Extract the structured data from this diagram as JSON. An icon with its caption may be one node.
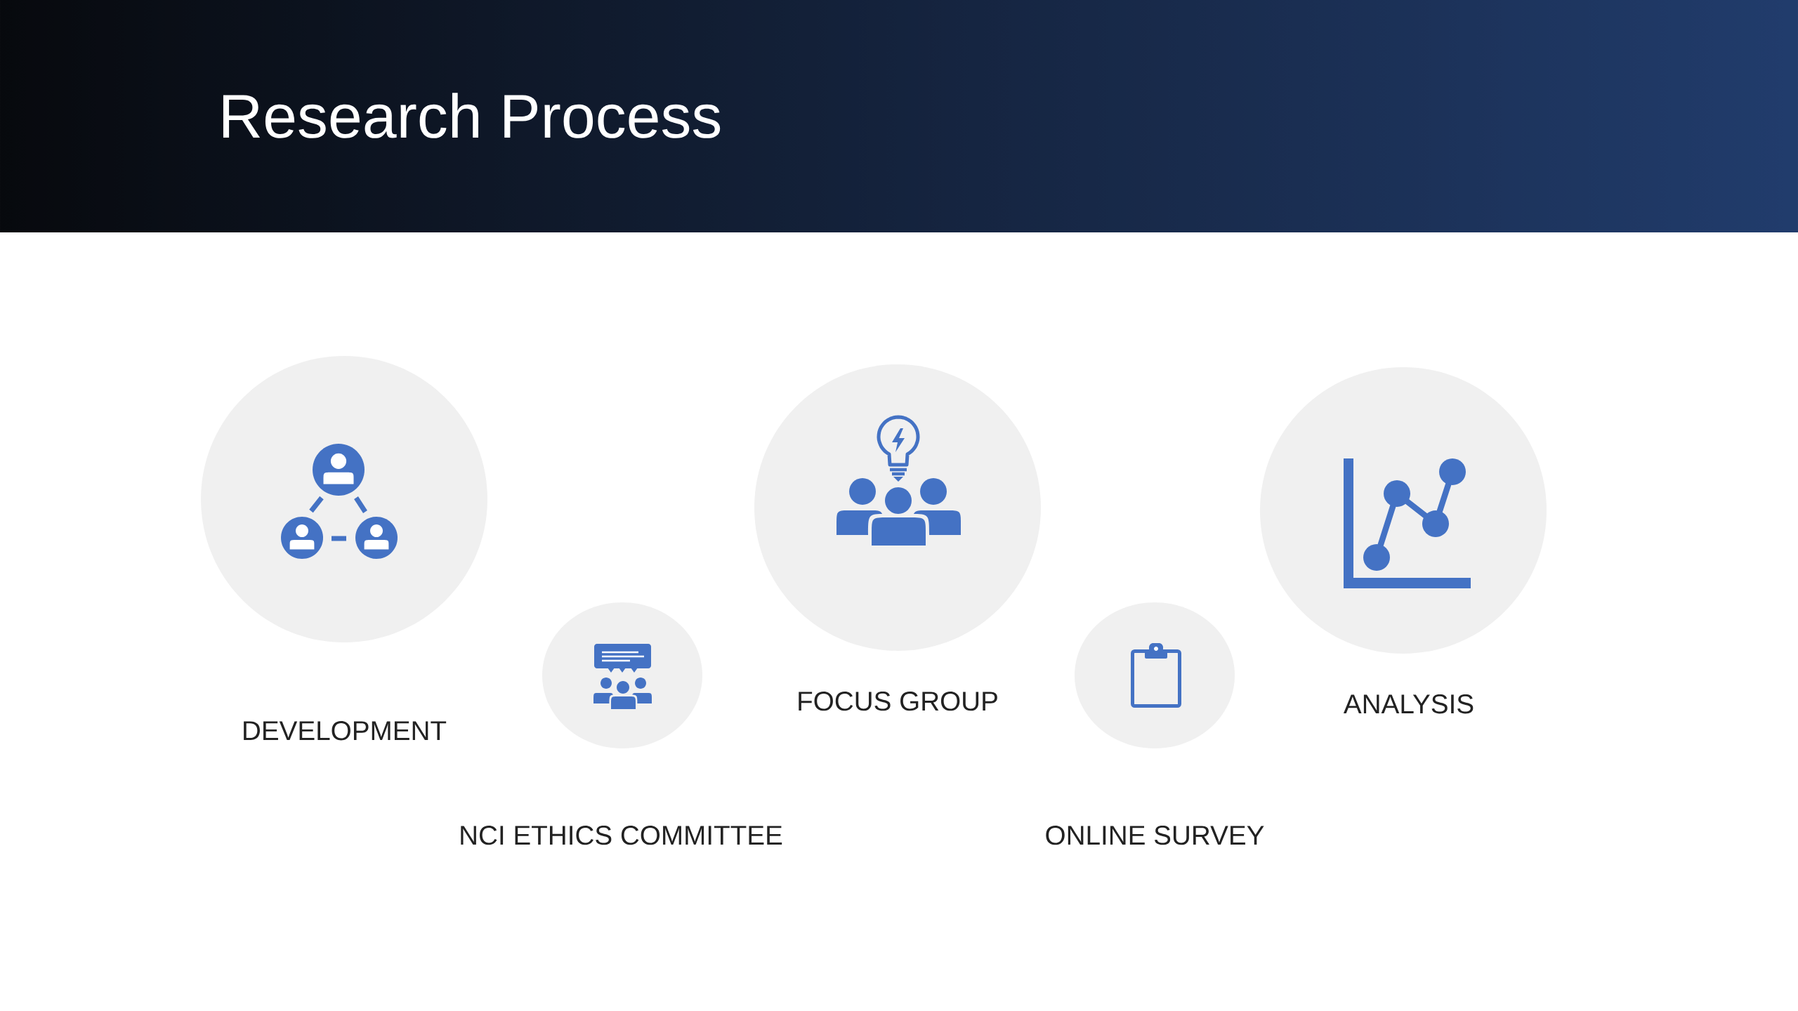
{
  "diagram": {
    "title": "Research Process",
    "nodes": [
      {
        "text": [
          "DEVELOPMENT"
        ]
      },
      {
        "text": [
          "NCI ETHICS COMMITTEE"
        ]
      },
      {
        "text": [
          "FOCUS GROUP"
        ]
      },
      {
        "text": [
          "ONLINE SURVEY"
        ]
      },
      {
        "text": [
          "ANALYSIS"
        ]
      }
    ]
  }
}
